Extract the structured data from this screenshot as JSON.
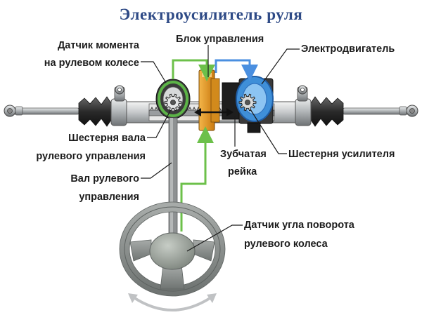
{
  "title": "Электроусилитель руля",
  "labels": {
    "torque_sensor": [
      "Датчик момента",
      "на рулевом колесе"
    ],
    "control_unit": "Блок управления",
    "motor": "Электродвигатель",
    "shaft_gear": [
      "Шестерня вала",
      "рулевого управления"
    ],
    "rack": [
      "Зубчатая",
      "рейка"
    ],
    "booster_gear": "Шестерня усилителя",
    "steering_shaft": [
      "Вал рулевого",
      "управления"
    ],
    "angle_sensor": [
      "Датчик угла поворота",
      "рулевого колеса"
    ]
  },
  "colors": {
    "title": "#2e4a86",
    "signal_wire": "#6cc04a",
    "feedback_wire": "#4a8fe0",
    "control_unit": "#e69a1e",
    "motor": "#3f8fd8",
    "torque_sensor_ring": "#5cb347",
    "steel": "#b9bcbe",
    "dark": "#2b2b2b",
    "wheel": "#8e9290",
    "hub": "#a8b0a8",
    "arrow": "#c0c2c4"
  },
  "icons": {
    "rotation": "rotation-arrow-icon",
    "direction": "double-arrow-icon"
  }
}
